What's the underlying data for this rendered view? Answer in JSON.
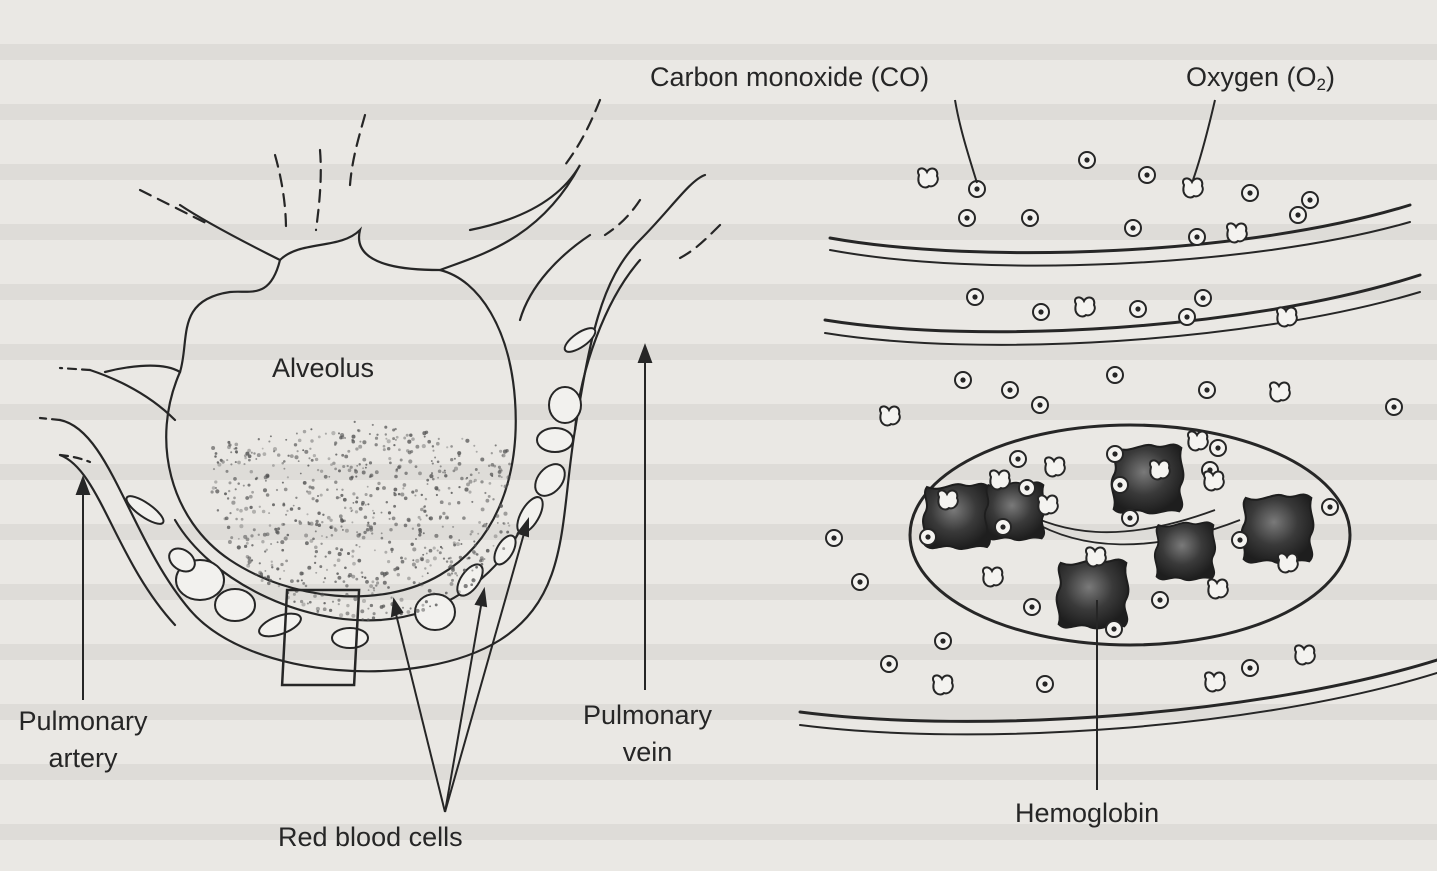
{
  "labels": {
    "alveolus": "Alveolus",
    "pulmonary_artery_line1": "Pulmonary",
    "pulmonary_artery_line2": "artery",
    "pulmonary_vein_line1": "Pulmonary",
    "pulmonary_vein_line2": "vein",
    "red_blood_cells": "Red blood cells",
    "carbon_monoxide": "Carbon monoxide (CO)",
    "oxygen_prefix": "Oxygen (O",
    "oxygen_sub": "2",
    "oxygen_suffix": ")",
    "hemoglobin": "Hemoglobin"
  },
  "colors": {
    "ink": "#262626",
    "paper": "#eae8e4",
    "hemoglobin_fill": "#3a3a3a"
  },
  "icons": {
    "co_molecule": "circle-with-dot",
    "o2_molecule": "heart-blob-outline",
    "hemoglobin": "dark-star-blob"
  }
}
